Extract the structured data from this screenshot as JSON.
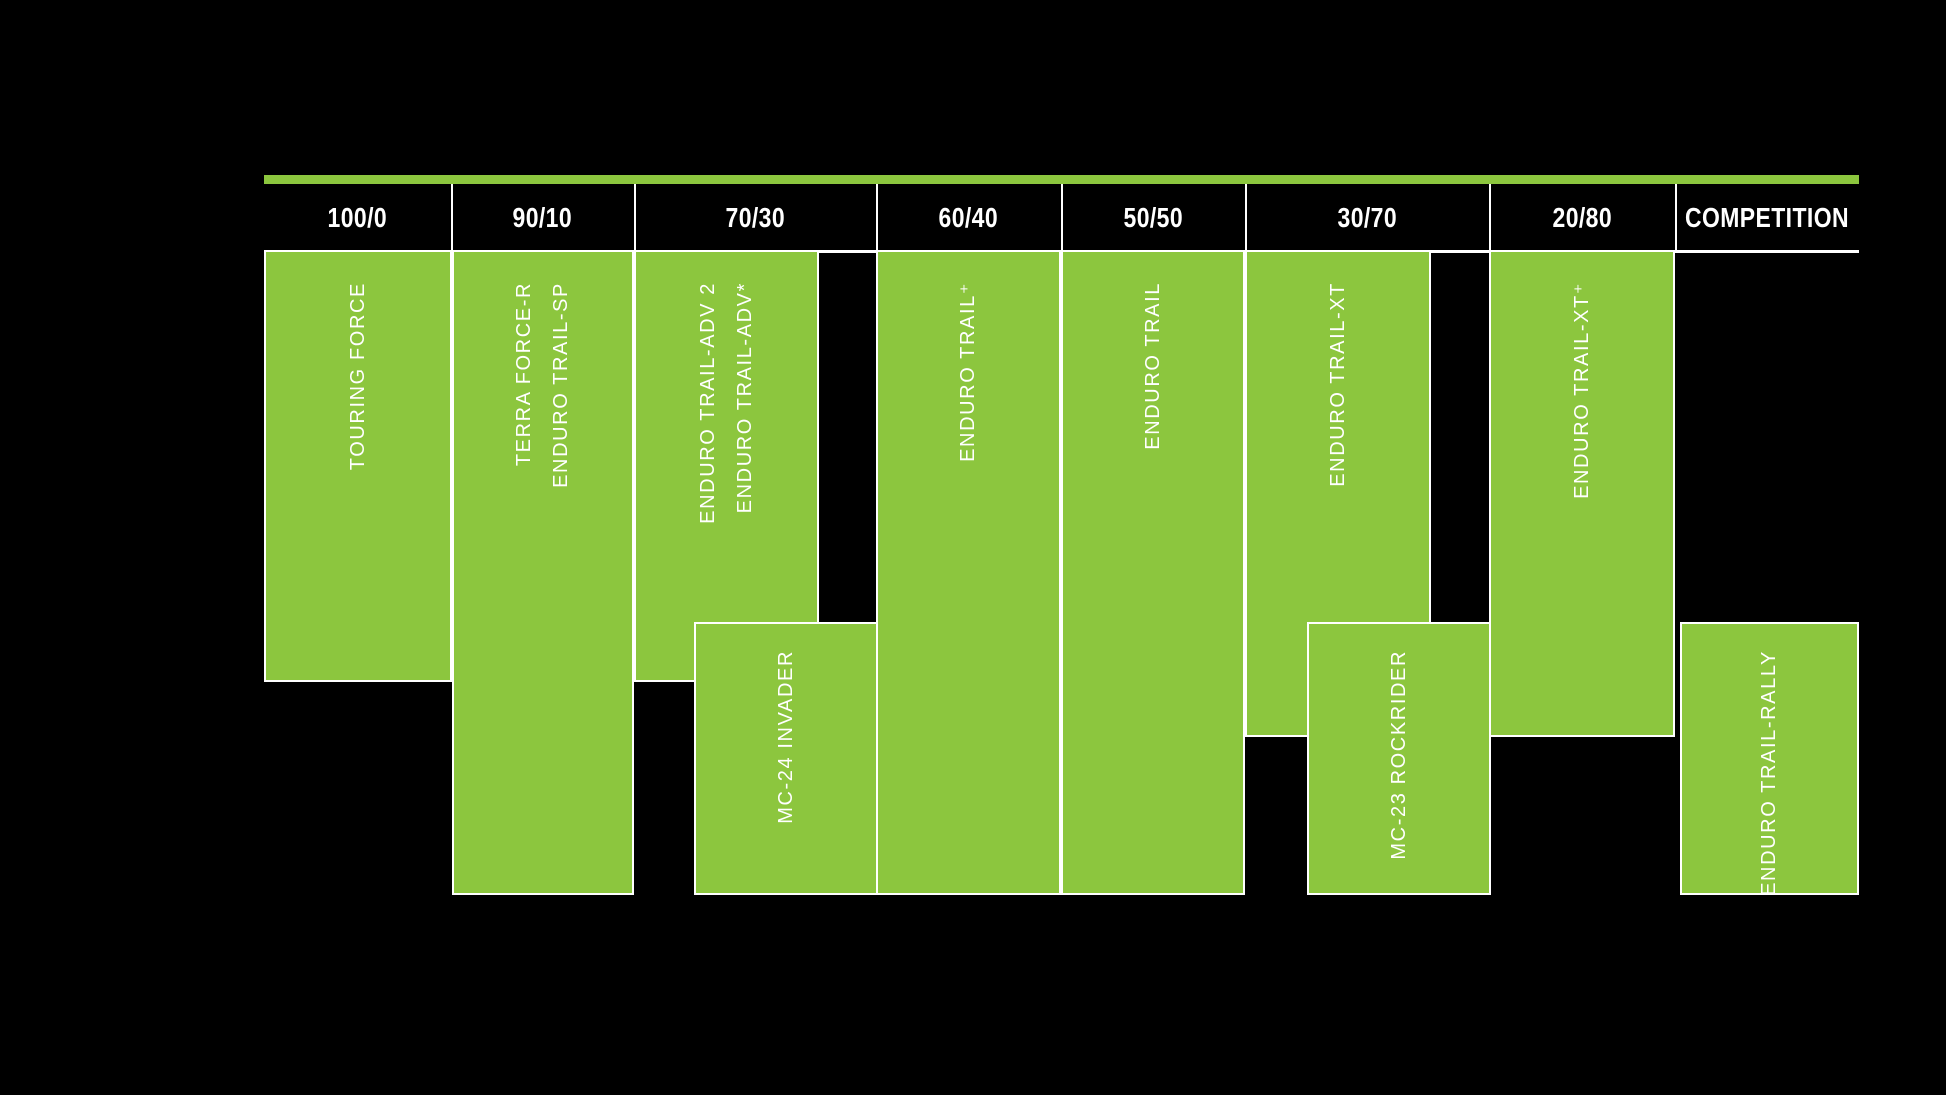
{
  "colors": {
    "background": "#000000",
    "green": "#8CC63E",
    "border_white": "#FFFFFF",
    "header_text": "#FFFFFF",
    "label_text": "#FFFFFF"
  },
  "header": {
    "items": [
      {
        "label": "100/0"
      },
      {
        "label": "90/10"
      },
      {
        "label": "70/30"
      },
      {
        "label": "60/40"
      },
      {
        "label": "50/50"
      },
      {
        "label": "30/70"
      },
      {
        "label": "20/80"
      },
      {
        "label": "COMPETITION"
      }
    ]
  },
  "blocks": [
    {
      "id": "touring-force",
      "lines": [
        "TOURING FORCE"
      ]
    },
    {
      "id": "terra-force-r",
      "lines": [
        "TERRA FORCE-R",
        "ENDURO TRAIL-SP"
      ]
    },
    {
      "id": "enduro-trail-adv",
      "lines": [
        "ENDURO TRAIL-ADV 2",
        "ENDURO TRAIL-ADV*"
      ]
    },
    {
      "id": "mc-24-invader",
      "lines": [
        "MC-24 INVADER"
      ]
    },
    {
      "id": "enduro-trail-plus",
      "lines": [
        "ENDURO TRAIL⁺"
      ]
    },
    {
      "id": "enduro-trail",
      "lines": [
        "ENDURO TRAIL"
      ]
    },
    {
      "id": "enduro-trail-xt",
      "lines": [
        "ENDURO TRAIL-XT"
      ]
    },
    {
      "id": "mc-23-rockrider",
      "lines": [
        "MC-23 ROCKRIDER"
      ]
    },
    {
      "id": "enduro-trail-xt-plus",
      "lines": [
        "ENDURO TRAIL-XT⁺"
      ]
    },
    {
      "id": "enduro-trail-rally",
      "lines": [
        "ENDURO TRAIL-RALLY"
      ]
    }
  ],
  "chart_data": {
    "type": "table",
    "x_categories": [
      "100/0",
      "90/10",
      "70/30",
      "60/40",
      "50/50",
      "30/70",
      "20/80",
      "COMPETITION"
    ],
    "legend_position": "none",
    "grid": false,
    "products": [
      {
        "labels": [
          "TOURING FORCE"
        ],
        "span": [
          "100/0"
        ],
        "tier": "upper"
      },
      {
        "labels": [
          "TERRA FORCE-R",
          "ENDURO TRAIL-SP"
        ],
        "span": [
          "90/10"
        ],
        "tier": "full"
      },
      {
        "labels": [
          "ENDURO TRAIL-ADV 2",
          "ENDURO TRAIL-ADV*"
        ],
        "span": [
          "70/30"
        ],
        "tier": "upper"
      },
      {
        "labels": [
          "MC-24 INVADER"
        ],
        "span": [
          "70/30",
          "60/40"
        ],
        "tier": "lower"
      },
      {
        "labels": [
          "ENDURO TRAIL⁺"
        ],
        "span": [
          "60/40"
        ],
        "tier": "full"
      },
      {
        "labels": [
          "ENDURO TRAIL"
        ],
        "span": [
          "50/50"
        ],
        "tier": "full"
      },
      {
        "labels": [
          "ENDURO TRAIL-XT"
        ],
        "span": [
          "30/70"
        ],
        "tier": "upper"
      },
      {
        "labels": [
          "MC-23 ROCKRIDER"
        ],
        "span": [
          "30/70",
          "20/80"
        ],
        "tier": "lower"
      },
      {
        "labels": [
          "ENDURO TRAIL-XT⁺"
        ],
        "span": [
          "20/80"
        ],
        "tier": "upper"
      },
      {
        "labels": [
          "ENDURO TRAIL-RALLY"
        ],
        "span": [
          "COMPETITION"
        ],
        "tier": "lower"
      }
    ]
  }
}
